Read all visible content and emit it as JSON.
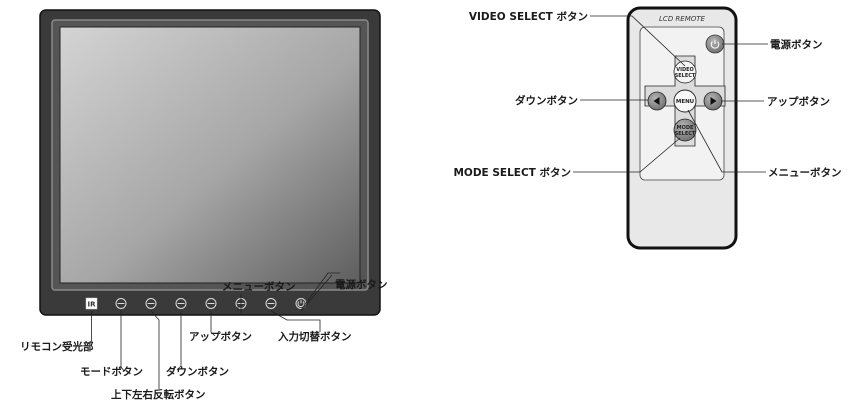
{
  "monitor": {
    "ir_icon": "IR",
    "buttons": [
      "button",
      "button",
      "button",
      "button",
      "button",
      "button",
      "power-icon"
    ],
    "labels": {
      "ir_receiver": "リモコン受光部",
      "mode": "モードボタン",
      "flip": "上下左右反転ボタン",
      "down": "ダウンボタン",
      "up": "アップボタン",
      "menu": "メニューボタン",
      "input": "入力切替ボタン",
      "power": "電源ボタン"
    }
  },
  "remote": {
    "title": "LCD REMOTE",
    "video_select_text": [
      "VIDEO",
      "SELECT"
    ],
    "menu_text": "MENU",
    "mode_select_text": [
      "MODE",
      "SELECT"
    ],
    "labels": {
      "video_select": "VIDEO SELECT ボタン",
      "down": "ダウンボタン",
      "mode_select": "MODE SELECT ボタン",
      "power": "電源ボタン",
      "up": "アップボタン",
      "menu": "メニューボタン"
    }
  },
  "colors": {
    "bezel": "#3d3d3d",
    "screen_light": "#c9c9c9",
    "screen_dark": "#6a6a6a",
    "remote_body": "#ececec",
    "button_gray": "#8a8a8a"
  }
}
